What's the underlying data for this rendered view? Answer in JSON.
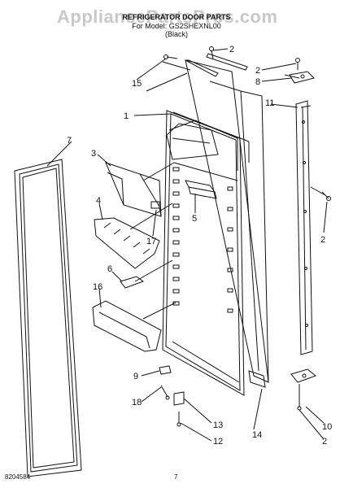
{
  "header": {
    "title": "REFRIGERATOR DOOR PARTS",
    "model": "For Model: GS2SHEXNL00",
    "color": "(Black)"
  },
  "watermark": "AppliancePartsPros.com",
  "footer": {
    "doc_number": "8204584",
    "page_number": "7"
  },
  "callouts": [
    "2",
    "15",
    "2",
    "8",
    "1",
    "11",
    "7",
    "3",
    "5",
    "2",
    "4",
    "17",
    "6",
    "16",
    "9",
    "18",
    "14",
    "13",
    "12",
    "10",
    "2"
  ]
}
